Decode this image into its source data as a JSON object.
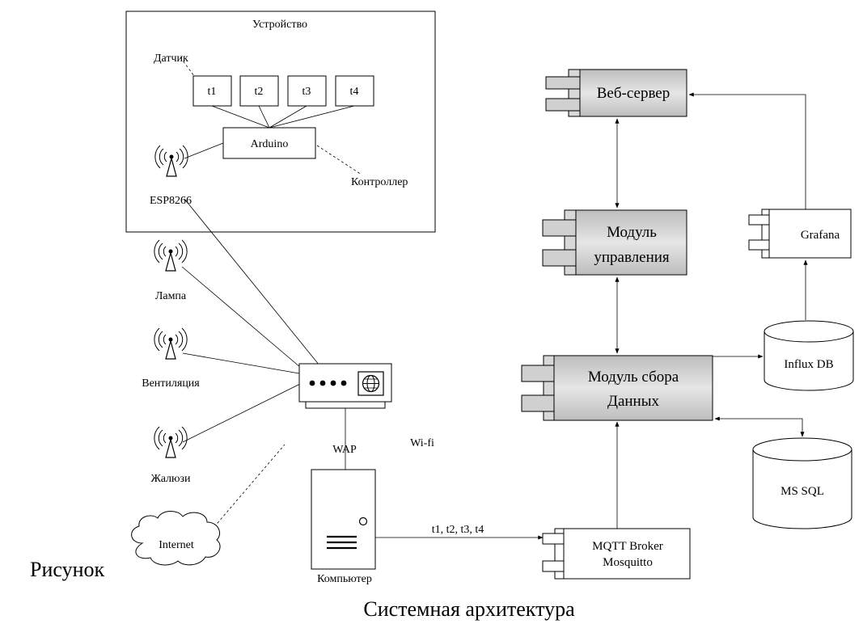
{
  "device": {
    "title": "Устройство",
    "sensor_label": "Датчик",
    "sensors": [
      "t1",
      "t2",
      "t3",
      "t4"
    ],
    "controller_name": "Arduino",
    "controller_label": "Контроллер",
    "wifi_module": "ESP8266"
  },
  "peripherals": {
    "lamp": "Лампа",
    "ventilation": "Вентиляция",
    "blinds": "Жалюзи"
  },
  "network": {
    "wap_label": "WAP",
    "wifi_label": "Wi-fi",
    "internet_label": "Internet",
    "computer_label": "Компьютер",
    "topics_label": "t1, t2, t3, t4"
  },
  "components": {
    "web_server": "Веб-сервер",
    "control_module_line1": "Модуль",
    "control_module_line2": "управления",
    "collection_module_line1": "Модуль сбора",
    "collection_module_line2": "Данных",
    "grafana": "Grafana",
    "influx": "Influx DB",
    "mssql": "MS SQL",
    "broker_line1": "MQTT Broker",
    "broker_line2": "Mosquitto"
  },
  "caption": {
    "prefix": "Рисунок",
    "title": "Системная архитектура"
  },
  "colors": {
    "gray_box": "#c8c8c8",
    "gray_box_light": "#e4e4e4",
    "line": "#000000"
  }
}
